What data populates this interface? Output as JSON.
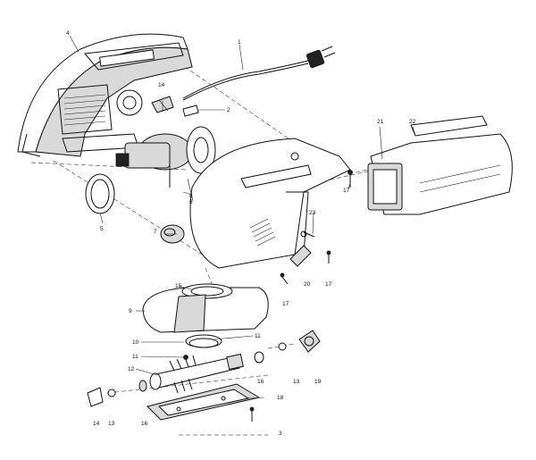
{
  "parts": [
    {
      "id": "p1",
      "label": "1"
    },
    {
      "id": "p2",
      "label": "2"
    },
    {
      "id": "p3",
      "label": "3"
    },
    {
      "id": "p4",
      "label": "4"
    },
    {
      "id": "p5",
      "label": "5"
    },
    {
      "id": "p6",
      "label": "6"
    },
    {
      "id": "p7",
      "label": "7"
    },
    {
      "id": "p8",
      "label": "8"
    },
    {
      "id": "p9",
      "label": "9"
    },
    {
      "id": "p10",
      "label": "10"
    },
    {
      "id": "p11a",
      "label": "11"
    },
    {
      "id": "p11b",
      "label": "11"
    },
    {
      "id": "p12",
      "label": "12"
    },
    {
      "id": "p13a",
      "label": "13"
    },
    {
      "id": "p13b",
      "label": "13"
    },
    {
      "id": "p14a",
      "label": "14"
    },
    {
      "id": "p14b",
      "label": "14"
    },
    {
      "id": "p15",
      "label": "15"
    },
    {
      "id": "p16a",
      "label": "16"
    },
    {
      "id": "p16b",
      "label": "16"
    },
    {
      "id": "p17a",
      "label": "17"
    },
    {
      "id": "p17b",
      "label": "17"
    },
    {
      "id": "p17c",
      "label": "17"
    },
    {
      "id": "p18",
      "label": "18"
    },
    {
      "id": "p19",
      "label": "19"
    },
    {
      "id": "p20",
      "label": "20"
    },
    {
      "id": "p21",
      "label": "21"
    },
    {
      "id": "p22",
      "label": "22"
    },
    {
      "id": "p23",
      "label": "23"
    }
  ]
}
